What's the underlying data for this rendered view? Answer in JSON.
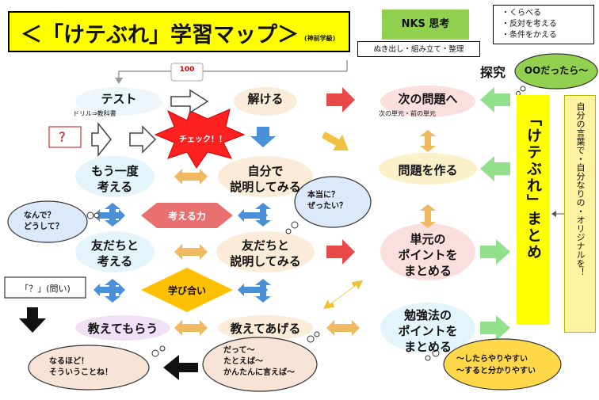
{
  "title": {
    "main": "＜「けテぶれ」学習マップ＞",
    "sub": "(神前学級)"
  },
  "nks": {
    "label": "NKS 思考",
    "sub": "ぬき出し・組み立て・整理"
  },
  "compare_box": [
    "・くらべる",
    "・反対を考える",
    "・条件をかえる"
  ],
  "tankyu": "探究",
  "hmm_cloud": "OOだったら～",
  "kete_matome": "「けテぶれ」まとめ",
  "side_note": "自分の言葉で・自分なりの・オリジナルを！",
  "top_badge": "100",
  "nodes": {
    "test": "テスト",
    "drill": "ドリル⇒教科書",
    "q_mark": "？",
    "check": "チェック！！",
    "tokeru": "解ける",
    "next_problem": "次の問題へ",
    "next_unit": "次の単元・前の単元",
    "moichido_1": "もう一度",
    "moichido_2": "考える",
    "jibun_1": "自分で",
    "jibun_2": "説明してみる",
    "mondai": "問題を作る",
    "kangaeru_chikara": "考える力",
    "tomodachi_kangaeru_1": "友だちと",
    "tomodachi_kangaeru_2": "考える",
    "tomodachi_setsumei_1": "友だちと",
    "tomodachi_setsumei_2": "説明してみる",
    "tangen_1": "単元の",
    "tangen_2": "ポイントを",
    "tangen_3": "まとめる",
    "manabiai": "学び合い",
    "toi": "「？」(問い)",
    "oshiete_morau": "教えてもらう",
    "oshiete_ageru": "教えてあげる",
    "benkyo_1": "勉強法の",
    "benkyo_2": "ポイントを",
    "benkyo_3": "まとめる"
  },
  "clouds": {
    "honto": [
      "本当に？",
      "ぜったい？"
    ],
    "nande": [
      "なんで？",
      "どうして？"
    ],
    "naruhodo": [
      "なるほど！",
      "そういうことね！"
    ],
    "datte": [
      "だって～",
      "たとえば～",
      "かんたんに言えば～"
    ],
    "shitara": [
      "～したらやりやすい",
      "～すると分かりやすい"
    ]
  },
  "colors": {
    "yellow": "#ffff00",
    "green": "#92d050",
    "red_arrow": "#e84a4a",
    "orange_arrow": "#f0b860",
    "blue_arrow": "#4a90d8",
    "light_green_arrow": "#92e08a",
    "pink_hex": "#e87070",
    "gold_diamond": "#ffc000",
    "check_burst": "#ff2020"
  }
}
